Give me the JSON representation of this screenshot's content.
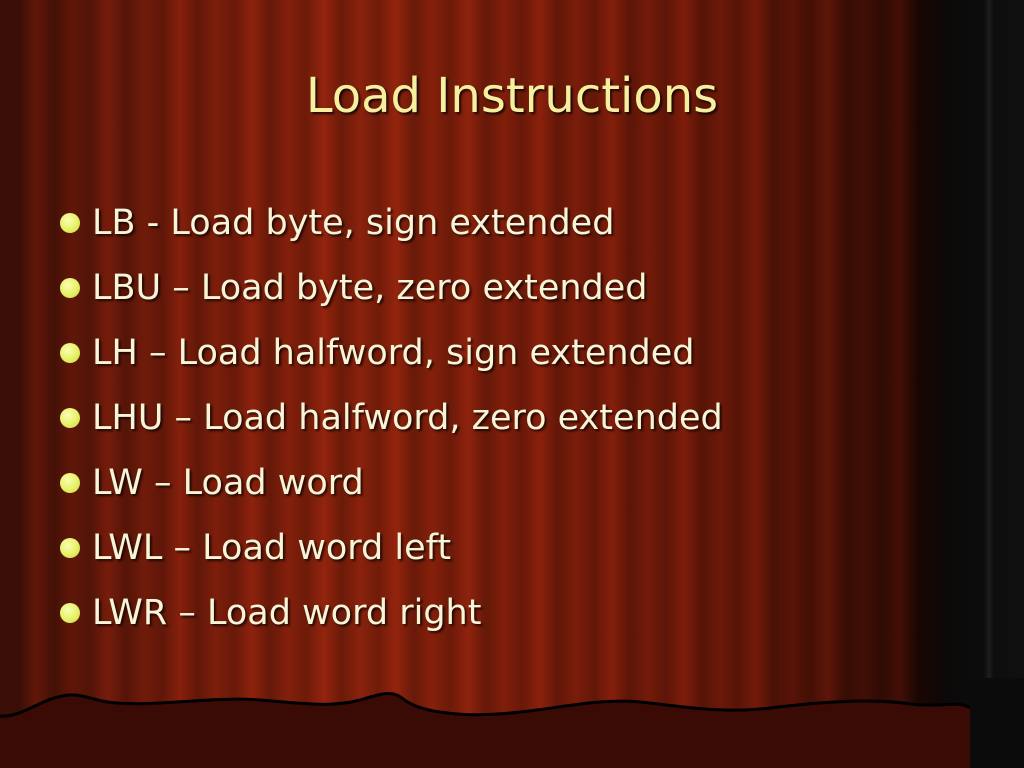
{
  "slide": {
    "title": "Load Instructions",
    "bullets": [
      "LB - Load byte, sign extended",
      "LBU – Load byte, zero extended",
      "LH – Load halfword, sign extended",
      "LHU – Load halfword, zero extended",
      "LW – Load word",
      "LWL – Load word left",
      "LWR – Load word right"
    ]
  },
  "colors": {
    "title": "#f6efa0",
    "bullet_text": "#f7f4d8",
    "bullet_dot": "#e6f066",
    "curtain": "#7a1d0b"
  }
}
